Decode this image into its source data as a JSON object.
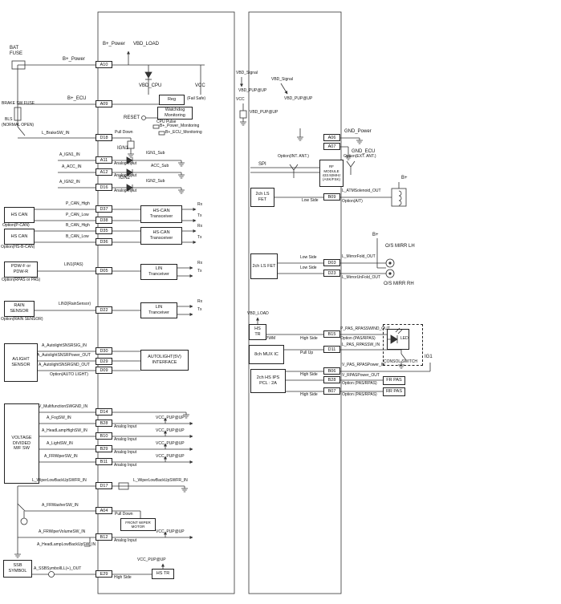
{
  "left": {
    "bat_fuse": "BAT\nFUSE",
    "b_power": "B+_Power",
    "b_ecu": "B+_ECU",
    "brake_sw_fuse": "BRAKE SW FUSE",
    "bls": "BLS",
    "normal_open": "(NORMAL OPEN)",
    "l_brakesw_in": "L_BrakeSW_IN",
    "a_ign1_in": "A_IGN1_IN",
    "a_acc_in": "A_ACC_IN",
    "a_ign2_in": "A_IGN2_IN",
    "hs_can1": "HS CAN",
    "option_p_can": "Option(P-CAN)",
    "p_can_high": "P_CAN_High",
    "p_can_low": "P_CAN_Low",
    "hs_can2": "HS CAN",
    "option_hs_b_can": "Option(HS-B-CAN)",
    "b_can_high": "B_CAN_High",
    "b_can_low": "B_CAN_Low",
    "pdw": "PDW-F or\nPDW-R",
    "option_rpas_pas": "Option(RPAS or PAS)",
    "lin1_pas": "LIN1(PAS)",
    "rain_sensor": "RAIN\nSENSOR",
    "option_rain": "Option(RAIN SENSOR)",
    "lin3_rain": "LIN3(RainSensor)",
    "alight_sensor": "A/LIGHT\nSENSOR",
    "autolight_sig": "A_AutolightSNSRSIG_IN",
    "autolight_power": "A_AutolightSNSRPower_OUT",
    "autolight_gnd": "A_AutolightSNSRGND_OUT",
    "option_autolight": "Option(AUTO LIGHT)",
    "mf_sw": "VOLTAGE\nDIVIDED\nM/F SW",
    "v_multifunction": "V_MultifunctionSWGND_IN",
    "a_fogsw": "A_FogSW_IN",
    "a_headlamp_high": "A_HeadLampHighSW_IN",
    "a_lightsw": "A_LightSW_IN",
    "a_frwipersw": "A_FRWiperSW_IN",
    "l_wiperlow": "L_WiperLowBackUpSWFR_IN",
    "a_frwashersw": "A_FRWasherSW_IN",
    "a_frwipervolume": "A_FRWiperVolumeSW_IN",
    "a_headlamp_low": "A_HeadLampLowBackUpSW_IN",
    "ssb": "SSB\nSYMBOL",
    "a_ssb_ill": "A_SSBSymbolILL(+)_OUT"
  },
  "pins_left": {
    "a10": "A10",
    "a09": "A09",
    "d18": "D18",
    "a11": "A11",
    "a12": "A12",
    "d16": "D16",
    "d37": "D37",
    "d38": "D38",
    "d35": "D35",
    "d36": "D36",
    "d05": "D05",
    "d22": "D22",
    "d30": "D30",
    "d29": "D29",
    "d09": "D09",
    "d14": "D14",
    "b28": "B28",
    "b10": "B10",
    "b29": "B29",
    "b11": "B11",
    "d17": "D17",
    "a04": "A04",
    "b12": "B12",
    "e29": "E29"
  },
  "core": {
    "b_power_top": "B+_Power",
    "vbd_load": "VBD_LOAD",
    "vbd_cpu": "VBD_CPU",
    "vcc": "VCC",
    "reg": "Reg",
    "fail_safe": "(Fail Safe)",
    "watchdog": "Watchdog\nMonitoring",
    "cpu_pulse": "CPU Pulse",
    "reset": "RESET",
    "b_power_mon": "B+_Power_Monitoring",
    "b_ecu_mon": "B+_ECU_Monitoring",
    "pull_down": "Pull Down",
    "ign1": "IGN1",
    "ign1_sub": "IGN1_Sub",
    "acc_sub": "ACC_Sub",
    "ign2": "IGN2",
    "ign2_sub": "IGN2_Sub",
    "analog_input": "Analog Input",
    "can_transceiver": "HS-CAN\nTransceiver",
    "lin_transceiver": "LIN\nTranceiver",
    "rx": "Rx",
    "tx": "Tx",
    "autolight_if": "AUTOLIGHT(5V)\nINTERFACE",
    "vcc_pup": "VCC_PUP@UP",
    "l_wiperlow_int": "L_WiperLowBackUpSWFR_IN",
    "front_wiper_motor": "FRONT WIPER\nMOTOR",
    "high_side": "High Side",
    "hs_tr": "HS TR"
  },
  "right": {
    "vbd_signal": "VBD_Signal",
    "vbd_pup": "VBD_PUP@UP",
    "vcc": "VCC",
    "gnd_power": "GND_Power",
    "gnd_ecu": "GND_ECU",
    "spi": "SPI",
    "rf_module": "RF\nMODULE\n433.92MHz\n(ASK/FSK)",
    "option_int_ant": "Option(INT. ANT.)",
    "option_ext_ant": "Option(EXT. ANT.)",
    "ls_fet1": "2ch LS\nFET",
    "low_side": "Low Side",
    "l_atmsolenoid": "L_ATMSolenoid_OUT",
    "b_plus": "B+",
    "option_at": "Option(A/T)",
    "ls_fet2": "2ch LS FET",
    "l_mirrorfold": "L_MirrorFold_OUT",
    "l_mirrorunfold": "L_MirrorUnFold_OUT",
    "os_mirr_lh": "O/S MIRR LH",
    "os_mirr_rh": "O/S MIRR RH",
    "vbd_load2": "VBD_LOAD",
    "hs_tr2": "HS\nTR",
    "pwm": "PWM",
    "high_side": "High Side",
    "p_pas_swind": "P_PAS_RPASSWIND_OUT",
    "led": "LED",
    "option_pas": "Option (PAS/RPAS)",
    "consol_switch": "CONSOL SWITCH",
    "mux": "8ch MUX IC",
    "l_pas_sw": "L_PAS_RPASSW_IN",
    "pull_up": "Pull Up",
    "v_pas_power_in": "V_PAS_RPASPower_IN",
    "hs_ips": "2ch HS IPS\nPCL : 2A",
    "v_rpas_power_out": "V_RPASPower_OUT",
    "fr_pas": "FR PAS",
    "rr_pas": "RR PAS",
    "ig1": "IG1"
  },
  "pins_right": {
    "a06": "A06",
    "a07": "A07",
    "b09": "B09",
    "d03": "D03",
    "d23": "D23",
    "b15": "B15",
    "d11": "D11",
    "b06": "B06",
    "b28": "B28",
    "b07": "B07"
  }
}
